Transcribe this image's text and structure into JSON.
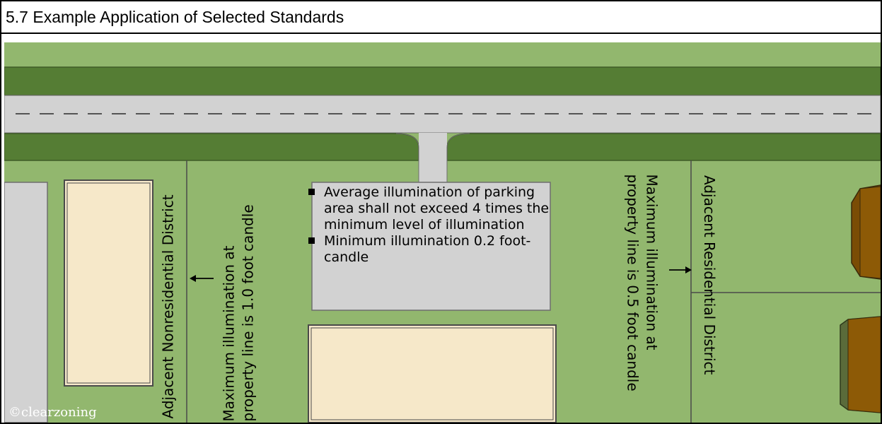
{
  "header": {
    "title": "5.7  Example Application of Selected Standards"
  },
  "labels": {
    "left_district": "Adjacent Nonresidential District",
    "left_max_illumination": [
      "Maximum illumination  at",
      "property line is 1.0 foot candle"
    ],
    "right_max_illumination": [
      "Maximum illumination  at",
      "property line is 0.5 foot candle"
    ],
    "right_district": "Adjacent Residential District"
  },
  "parking_standards": [
    "Average illumination of parking area shall not exceed 4 times the minimum level of illumination",
    "Minimum illumination 0.2 foot-candle"
  ],
  "copyright": "©clearzoning",
  "colors": {
    "grass": "#92b76e",
    "hedge": "#557d34",
    "pavement": "#d2d2d2",
    "building": "#f6e8c9",
    "house_roof": "#8d5a06",
    "outline": "#4a4a4a",
    "arrow": "#000000"
  }
}
